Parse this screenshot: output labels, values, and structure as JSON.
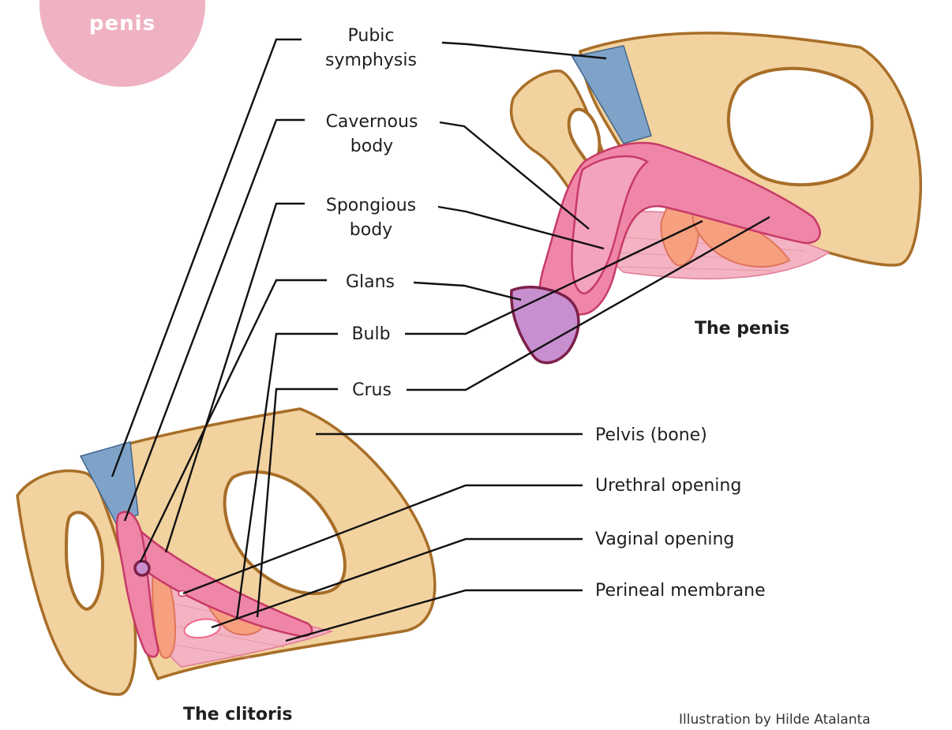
{
  "badge": {
    "text": "penis"
  },
  "labels": {
    "pubic_symphysis": [
      "Pubic",
      "symphysis"
    ],
    "cavernous_body": [
      "Cavernous",
      "body"
    ],
    "spongious_body": [
      "Spongious",
      "body"
    ],
    "glans": "Glans",
    "bulb": "Bulb",
    "crus": "Crus",
    "pelvis": "Pelvis (bone)",
    "urethral_opening": "Urethral opening",
    "vaginal_opening": "Vaginal opening",
    "perineal_membrane": "Perineal membrane"
  },
  "captions": {
    "penis": "The penis",
    "clitoris": "The clitoris"
  },
  "credit": "Illustration by Hilde Atalanta"
}
